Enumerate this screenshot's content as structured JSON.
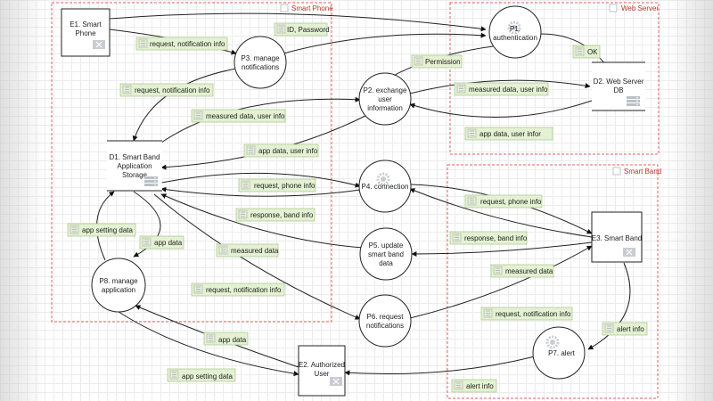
{
  "zones": {
    "smart_phone": "Smart Phone",
    "web_server": "Web Server",
    "smart_band": "Smart Band"
  },
  "entities": {
    "e1": [
      "E1. Smart",
      "Phone"
    ],
    "e2": [
      "E2. Authorized",
      "User"
    ],
    "e3": [
      "E3. Smart Band"
    ]
  },
  "stores": {
    "d1": [
      "D1. Smart Band",
      "Application",
      "Storage"
    ],
    "d2": [
      "D2. Web Server",
      "DB"
    ]
  },
  "processes": {
    "p1": [
      "P1.",
      "authentication"
    ],
    "p2": [
      "P2. exchange",
      "user",
      "information"
    ],
    "p3": [
      "P3. manage",
      "notifications"
    ],
    "p4": [
      "P4. connection"
    ],
    "p5": [
      "P5. update",
      "smart band",
      "data"
    ],
    "p6": [
      "P6. request",
      "notifications"
    ],
    "p7": [
      "P7. alert"
    ],
    "p8": [
      "P8. manage",
      "application"
    ]
  },
  "flows": {
    "f1": "request, notification info",
    "f2": "ID, Password",
    "f3": "Permission",
    "f4": "OK",
    "f5": "request, notification info",
    "f6": "measured data, user info",
    "f7": "measured data, user info",
    "f8": "app data, user info",
    "f9": "app data, user infor",
    "f10": "request, phone info",
    "f11": "response, band info",
    "f12": "request, phone info",
    "f13": "response, band info",
    "f14": "measured data",
    "f15": "measured data",
    "f16": "request, notification info",
    "f17": "request, notification info",
    "f18": "app setting data",
    "f19": "app data",
    "f20": "app data",
    "f21": "app setting data",
    "f22": "alert info",
    "f23": "alert info"
  }
}
